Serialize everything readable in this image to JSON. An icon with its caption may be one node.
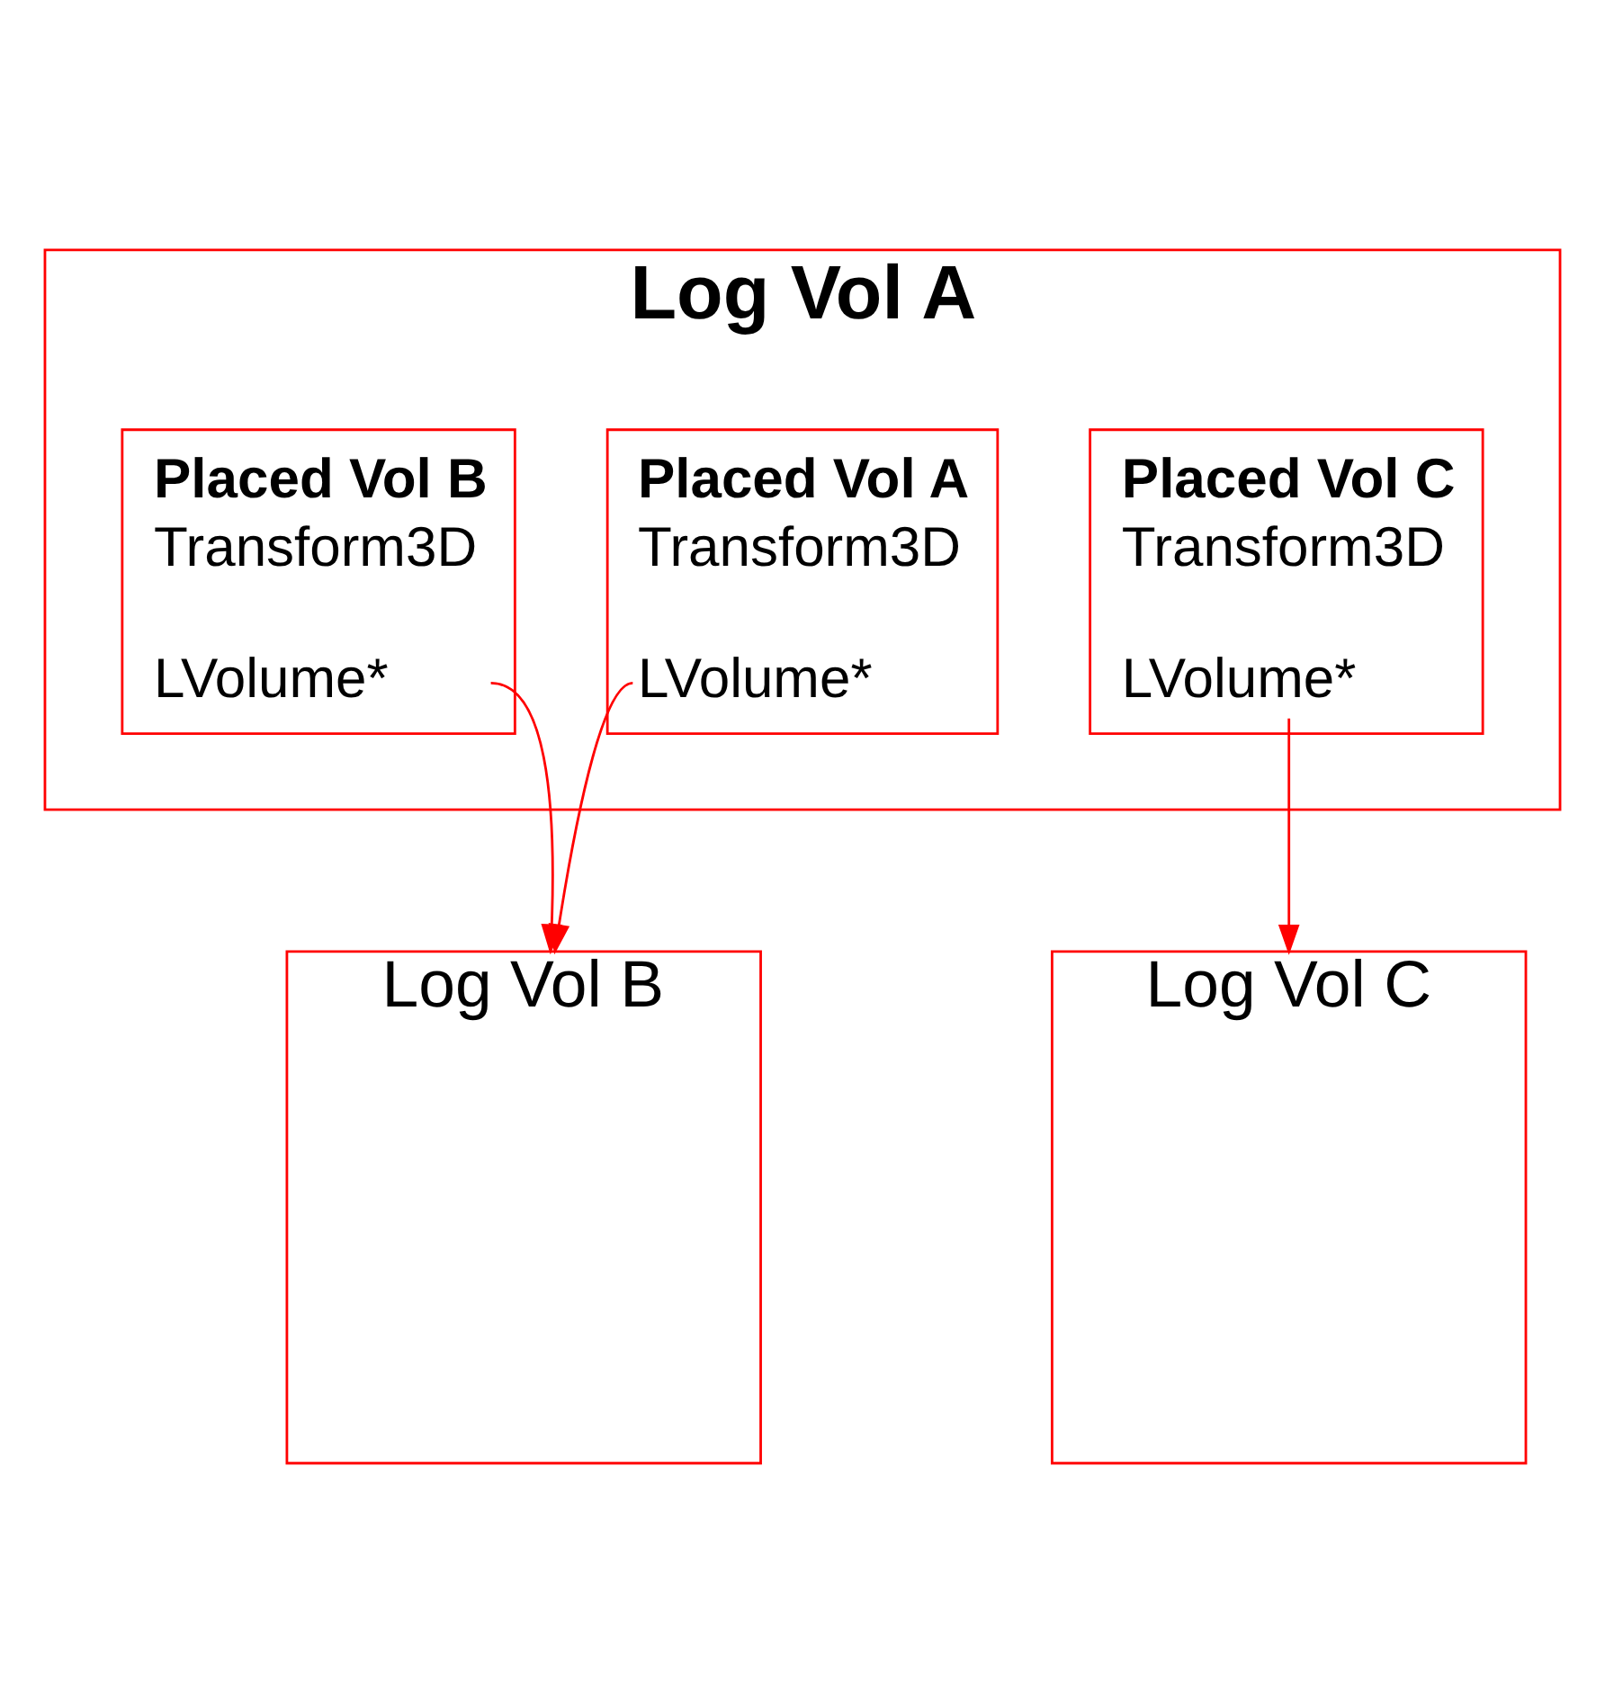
{
  "diagram": {
    "nodes": [
      {
        "text": [
          "Log Vol A"
        ]
      },
      {
        "text": [
          "Placed Vol A",
          "Transform3D",
          "LVolume*"
        ],
        "in": 0
      },
      {
        "text": [
          "Placed Vol B",
          "Transform3D",
          "LVolume*"
        ],
        "in": 0
      },
      {
        "text": [
          "Placed Vol C",
          "Transform3D",
          "LVolume*"
        ],
        "in": 0
      },
      {
        "text": [
          "Log Vol B"
        ]
      },
      {
        "text": [
          "Log Vol C"
        ]
      }
    ],
    "edges": [
      {
        "from": 1,
        "to": 4,
        "arrow": "to"
      },
      {
        "from": 2,
        "to": 4,
        "arrow": "to"
      },
      {
        "from": 3,
        "to": 5,
        "arrow": "to"
      }
    ]
  }
}
